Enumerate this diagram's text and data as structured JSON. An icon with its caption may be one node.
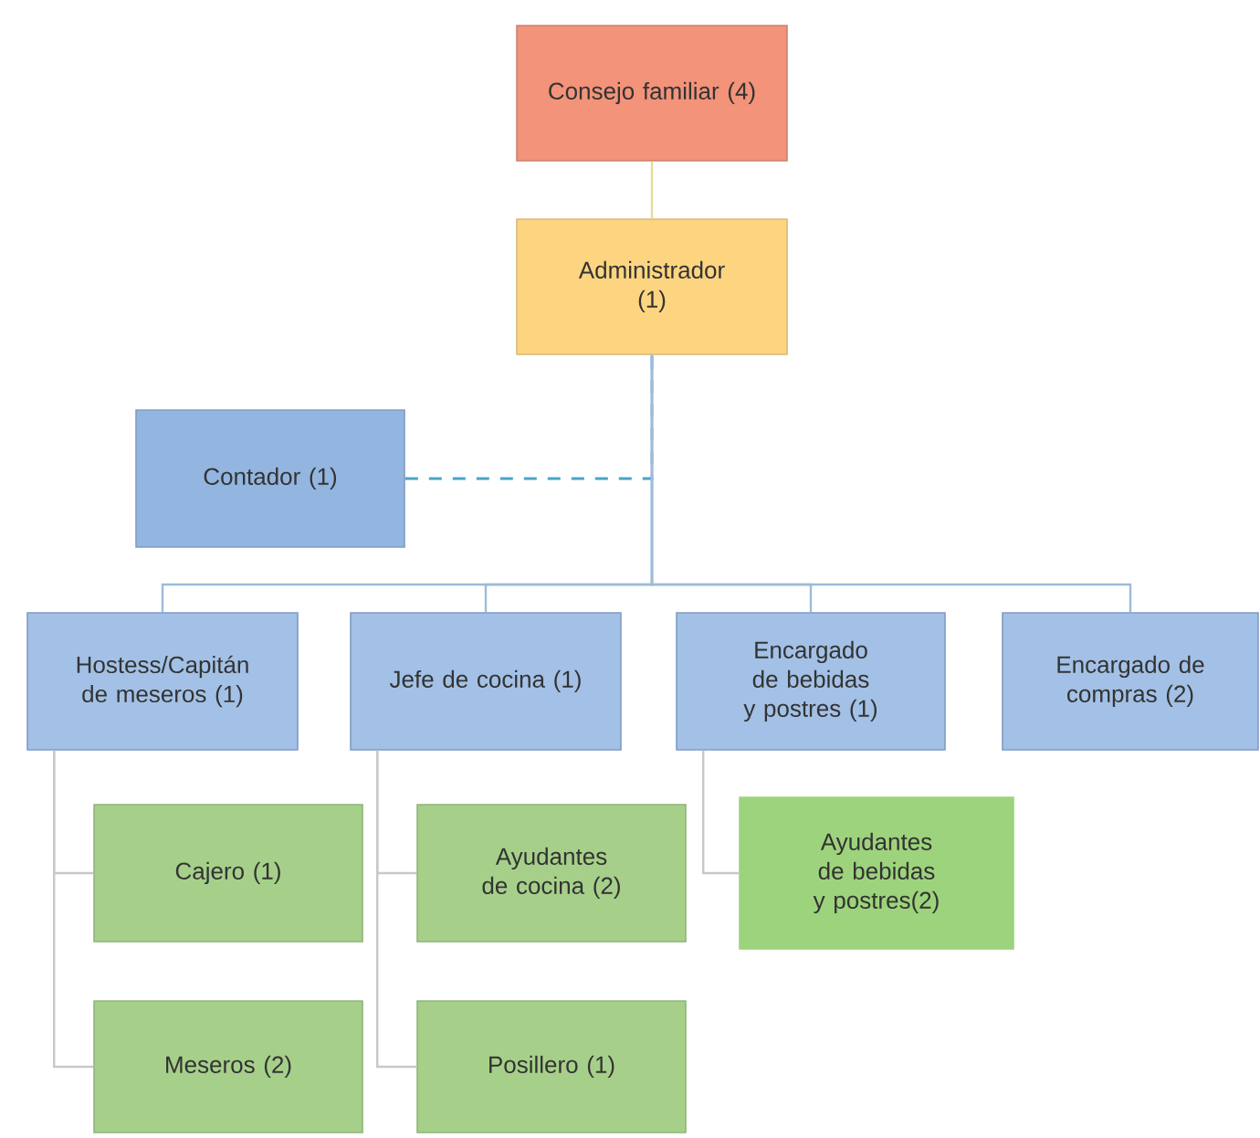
{
  "diagram": {
    "nodes": [
      {
        "text": [
          "Consejo familiar (4)"
        ]
      },
      {
        "text": [
          "Administrador (1)"
        ]
      },
      {
        "text": [
          "Contador (1)"
        ]
      },
      {
        "text": [
          "Hostess/Capitán de meseros (1)"
        ]
      },
      {
        "text": [
          "Jefe de cocina (1)"
        ]
      },
      {
        "text": [
          "Encargado de bebidas y postres (1)"
        ]
      },
      {
        "text": [
          "Encargado de compras (2)"
        ]
      },
      {
        "text": [
          "Cajero (1)"
        ]
      },
      {
        "text": [
          "Meseros  (2)"
        ]
      },
      {
        "text": [
          "Ayudantes de cocina (2)"
        ]
      },
      {
        "text": [
          "Posillero (1)"
        ]
      },
      {
        "text": [
          "Ayudantes de bebidas y postres(2)"
        ]
      }
    ],
    "edges": [
      {
        "from": 0,
        "to": 1,
        "arrow": "none",
        "color": "#e6dc9a"
      },
      {
        "from": 2,
        "to": 1,
        "arrow": "none",
        "style": "dashed",
        "color": "#4aa3c8"
      },
      {
        "from": 1,
        "to": 3,
        "arrow": "none",
        "color": "#9dbbd8"
      },
      {
        "from": 1,
        "to": 4,
        "arrow": "none",
        "color": "#9dbbd8"
      },
      {
        "from": 1,
        "to": 5,
        "arrow": "none",
        "color": "#9dbbd8"
      },
      {
        "from": 1,
        "to": 6,
        "arrow": "none",
        "color": "#9dbbd8"
      },
      {
        "from": 3,
        "to": 7,
        "arrow": "none"
      },
      {
        "from": 3,
        "to": 8,
        "arrow": "none"
      },
      {
        "from": 4,
        "to": 9,
        "arrow": "none"
      },
      {
        "from": 4,
        "to": 10,
        "arrow": "none"
      },
      {
        "from": 5,
        "to": 11,
        "arrow": "none"
      }
    ]
  }
}
